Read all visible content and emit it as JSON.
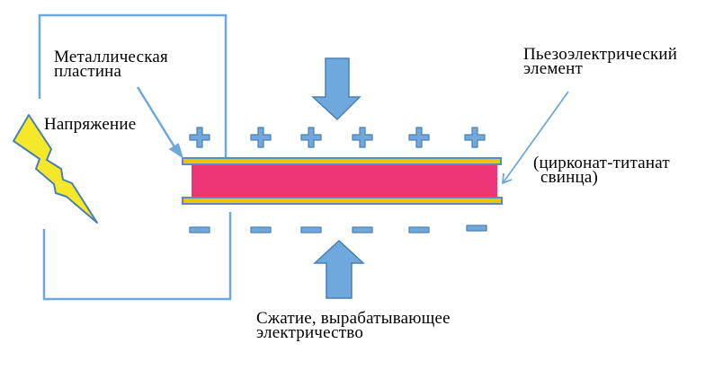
{
  "labels": {
    "metal_plate_line1": "Металлическая",
    "metal_plate_line2": "пластина",
    "voltage": "Напряжение",
    "piezo_line1": "Пьезоэлектрический",
    "piezo_line2": "элемент",
    "material_line1": "(цирконат-титанат",
    "material_line2": "свинца)",
    "compression_line1": "Сжатие, вырабатывающее",
    "compression_line2": "электричество"
  },
  "charges": {
    "top": [
      "+",
      "+",
      "+",
      "+",
      "+",
      "+"
    ],
    "bottom": [
      "−",
      "−",
      "−",
      "−",
      "−",
      "−"
    ]
  },
  "colors": {
    "wire": "#6fa8dc",
    "arrow_fill": "#6fa8dc",
    "arrow_stroke": "#4a7fb0",
    "plate_fill": "#f2c200",
    "plate_stroke": "#5b8cb8",
    "piezo_fill": "#ee3577",
    "bolt_fill": "#f5e82a",
    "bolt_stroke": "#4a7fb0"
  }
}
